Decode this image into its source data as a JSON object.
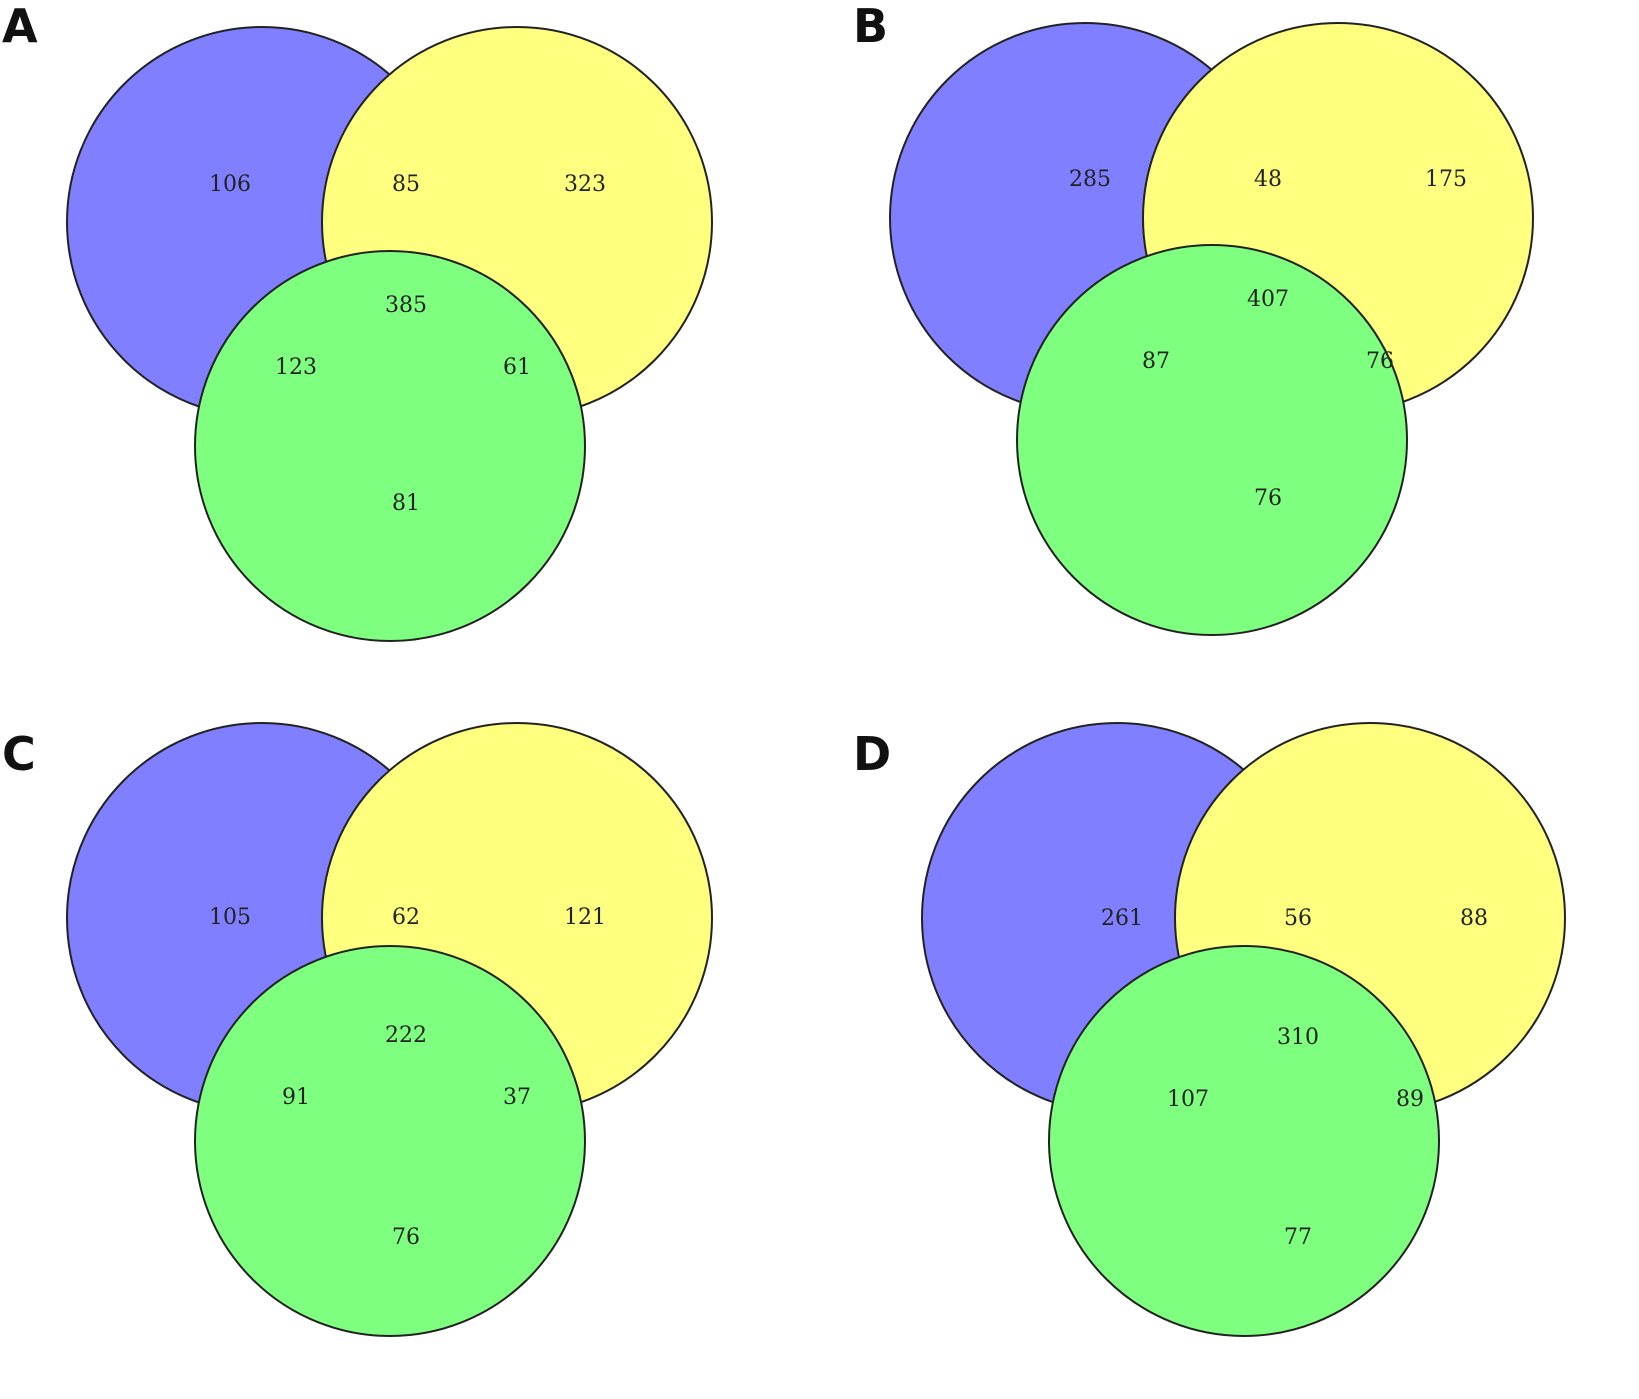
{
  "colors": {
    "blue_set": "#7f7fff",
    "yellow_set": "#ffff7f",
    "green_set": "#7fff7f",
    "outline": "#222222",
    "background": "#ffffff"
  },
  "panels": [
    {
      "letter": "A",
      "regions": {
        "blue_only": "106",
        "blue_yellow": "85",
        "yellow_only": "323",
        "all_three": "385",
        "blue_green": "123",
        "yellow_green": "61",
        "green_only": "81"
      }
    },
    {
      "letter": "B",
      "regions": {
        "blue_only": "285",
        "blue_yellow": "48",
        "yellow_only": "175",
        "all_three": "407",
        "blue_green": "87",
        "yellow_green": "76",
        "green_only": "76"
      }
    },
    {
      "letter": "C",
      "regions": {
        "blue_only": "105",
        "blue_yellow": "62",
        "yellow_only": "121",
        "all_three": "222",
        "blue_green": "91",
        "yellow_green": "37",
        "green_only": "76"
      }
    },
    {
      "letter": "D",
      "regions": {
        "blue_only": "261",
        "blue_yellow": "56",
        "yellow_only": "88",
        "all_three": "310",
        "blue_green": "107",
        "yellow_green": "89",
        "green_only": "77"
      }
    }
  ]
}
